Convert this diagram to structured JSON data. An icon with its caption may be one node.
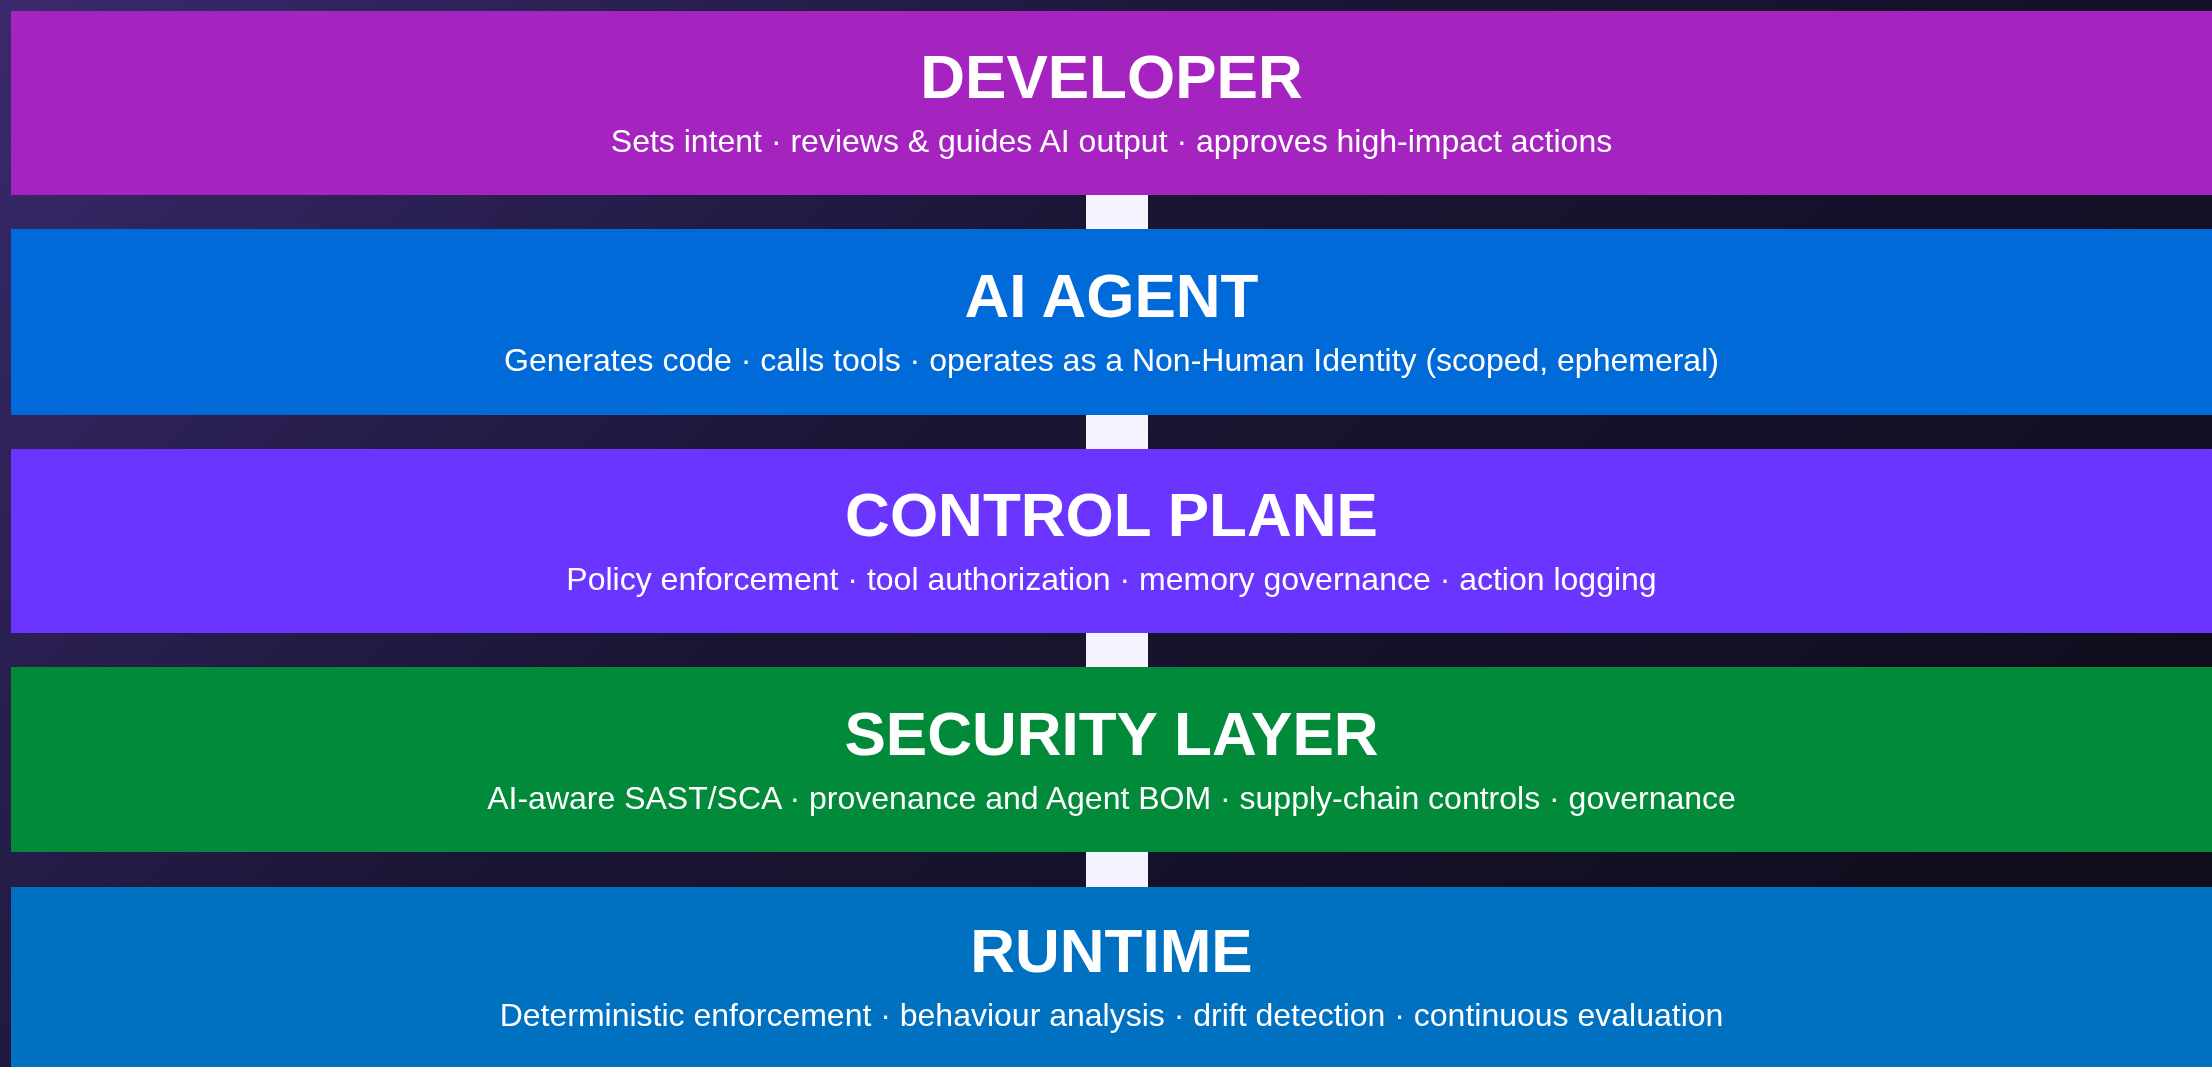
{
  "diagram": {
    "nodes": [
      {
        "text": [
          "DEVELOPER",
          "Sets intent · reviews & guides AI output · approves high-impact actions"
        ]
      },
      {
        "text": [
          "AI AGENT",
          "Generates code · calls tools · operates as a Non-Human Identity (scoped, ephemeral)"
        ]
      },
      {
        "text": [
          "CONTROL PLANE",
          "Policy enforcement · tool authorization · memory governance · action logging"
        ]
      },
      {
        "text": [
          "SECURITY LAYER",
          "AI-aware SAST/SCA · provenance and Agent BOM · supply-chain controls · governance"
        ]
      },
      {
        "text": [
          "RUNTIME",
          "Deterministic enforcement · behaviour analysis · drift detection · continuous evaluation"
        ]
      }
    ],
    "edges": [
      {
        "from": 0,
        "to": 1,
        "arrow": "none"
      },
      {
        "from": 1,
        "to": 2,
        "arrow": "none"
      },
      {
        "from": 2,
        "to": 3,
        "arrow": "none"
      },
      {
        "from": 3,
        "to": 4,
        "arrow": "none"
      }
    ]
  }
}
